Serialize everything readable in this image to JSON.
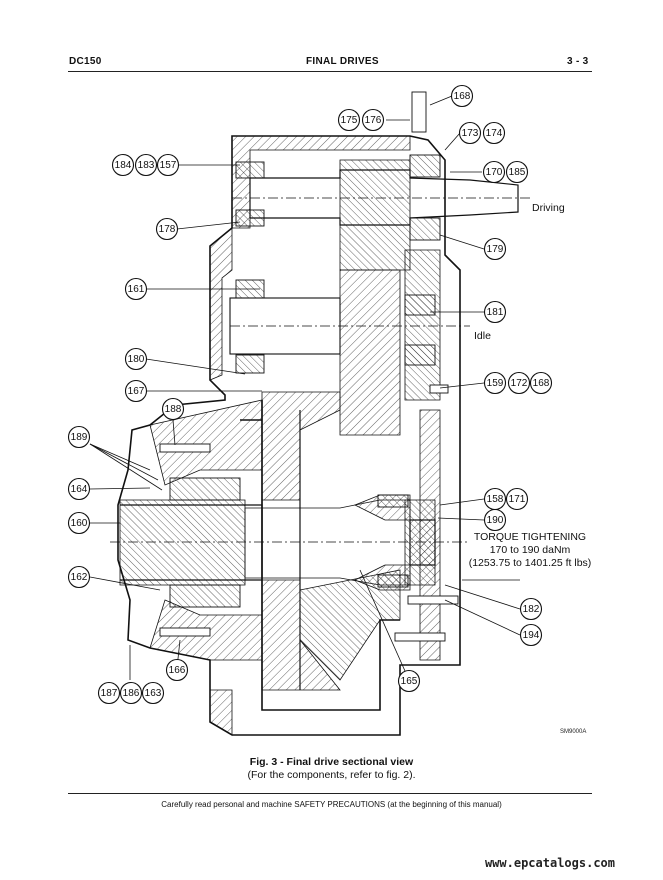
{
  "header": {
    "model": "DC150",
    "section": "FINAL DRIVES",
    "page": "3 - 3"
  },
  "drawing": {
    "code": "SM9000A",
    "labels": {
      "driving": "Driving",
      "idle": "Idle"
    },
    "torque": {
      "title": "TORQUE TIGHTENING",
      "value": "170 to 190 daNm",
      "conversion": "(1253.75 to 1401.25 ft lbs)"
    },
    "balloons": [
      "168",
      "175",
      "176",
      "173",
      "174",
      "170",
      "185",
      "184",
      "183",
      "157",
      "178",
      "179",
      "161",
      "181",
      "180",
      "167",
      "159",
      "172",
      "168",
      "188",
      "189",
      "164",
      "158",
      "171",
      "190",
      "160",
      "162",
      "182",
      "194",
      "166",
      "165",
      "187",
      "186",
      "163"
    ]
  },
  "caption": {
    "title": "Fig. 3 - Final drive sectional view",
    "subtitle": "(For the components, refer to fig. 2)."
  },
  "footer": {
    "safety": "Carefully read personal and machine SAFETY PRECAUTIONS (at the beginning of this manual)"
  },
  "watermark": "www.epcatalogs.com"
}
